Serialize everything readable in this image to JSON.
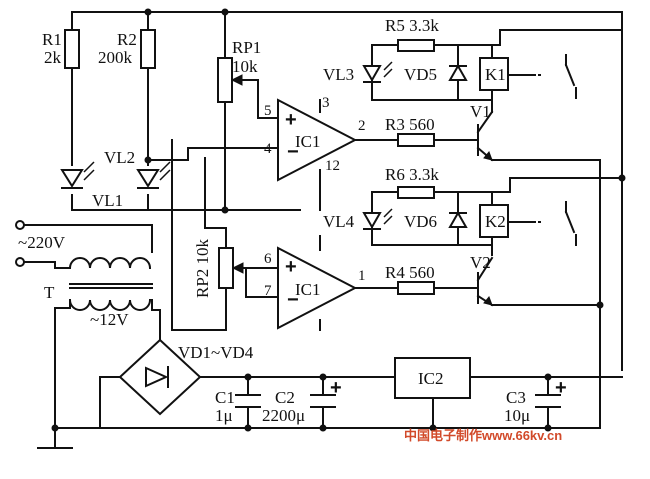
{
  "labels": {
    "r1": "R1",
    "r1_val": "2k",
    "r2": "R2",
    "r2_val": "200k",
    "rp1": "RP1",
    "rp1_val": "10k",
    "r5": "R5 3.3k",
    "vl3": "VL3",
    "vd5": "VD5",
    "k1": "K1",
    "k2": "K2",
    "vl2": "VL2",
    "vl1": "VL1",
    "ic1_top": "IC1",
    "ic1_bottom": "IC1",
    "r3": "R3 560",
    "r4": "R4 560",
    "v1": "V1",
    "v2": "V2",
    "r6": "R6 3.3k",
    "vl4": "VL4",
    "vd6": "VD6",
    "ac_in": "~220V",
    "transformer": "T",
    "ac_out": "~12V",
    "rp2": "RP2 10k",
    "bridge": "VD1~VD4",
    "c1": "C1",
    "c1_val": "1μ",
    "c2": "C2",
    "c2_val": "2200μ",
    "ic2": "IC2",
    "c3": "C3",
    "c3_val": "10μ",
    "plus": "+",
    "minus": "−",
    "watermark": "中国电子制作www.66kv.cn"
  },
  "pins": {
    "p3": "3",
    "p5": "5",
    "p4": "4",
    "p2": "2",
    "p12": "12",
    "p6": "6",
    "p7": "7",
    "p1": "1"
  }
}
